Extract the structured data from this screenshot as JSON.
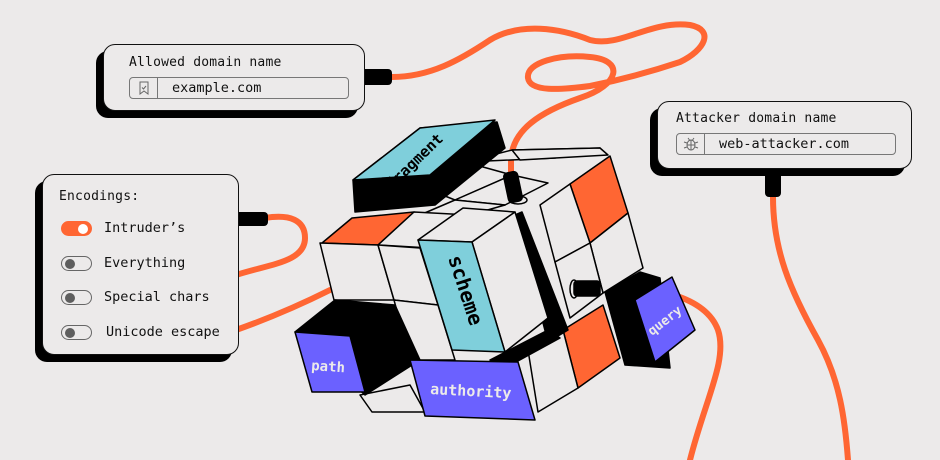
{
  "allowed_panel": {
    "title": "Allowed domain name",
    "icon": "bookmark-check-icon",
    "value": "example.com"
  },
  "attacker_panel": {
    "title": "Attacker domain name",
    "icon": "bug-icon",
    "value": "web-attacker.com"
  },
  "encodings_panel": {
    "title": "Encodings:",
    "options": [
      {
        "label": "Intruder’s",
        "enabled": true
      },
      {
        "label": "Everything",
        "enabled": false
      },
      {
        "label": "Special chars",
        "enabled": false
      },
      {
        "label": "Unicode escape",
        "enabled": false
      }
    ]
  },
  "cube": {
    "labels": {
      "fragment": "fragment",
      "scheme": "scheme",
      "path": "path",
      "authority": "authority",
      "query": "query"
    }
  },
  "colors": {
    "background": "#ECEAEA",
    "cable": "#FF6633",
    "accent_orange": "#FF6633",
    "teal": "#7FCFDB",
    "purple": "#6B61FF",
    "ink": "#000000",
    "face": "#ECEAEA"
  }
}
